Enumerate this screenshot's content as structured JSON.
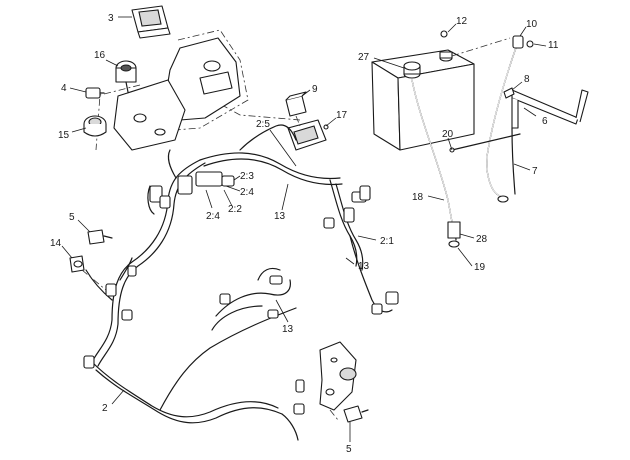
{
  "callouts": {
    "c1": "3",
    "c2": "16",
    "c3": "4",
    "c4": "15",
    "c5": "12",
    "c6": "10",
    "c7": "11",
    "c8": "27",
    "c9": "8",
    "c10": "6",
    "c11": "9",
    "c12": "17",
    "c13": "2:5",
    "c14": "2:3",
    "c15": "2:4",
    "c16": "2:4",
    "c17": "2:2",
    "c18": "13",
    "c19": "20",
    "c20": "7",
    "c21": "18",
    "c22": "2:1",
    "c23": "28",
    "c24": "13",
    "c25": "19",
    "c26": "5",
    "c27": "14",
    "c28": "13",
    "c29": "2",
    "c30": "5"
  }
}
